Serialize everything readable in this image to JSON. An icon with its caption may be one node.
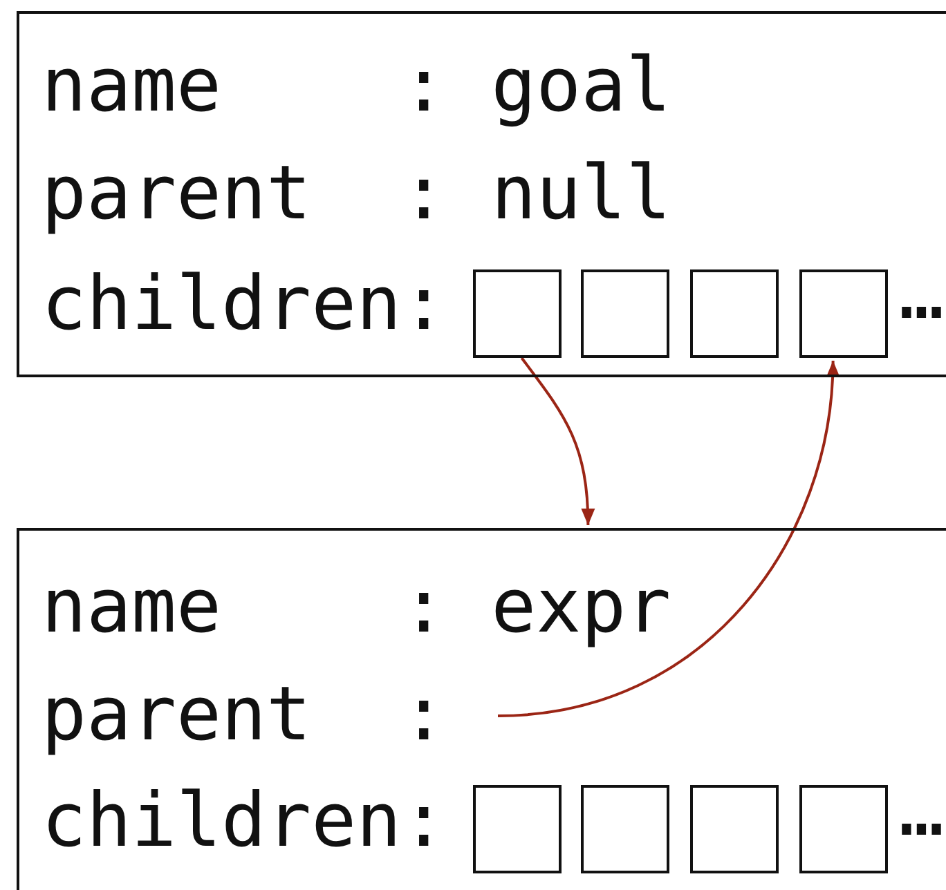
{
  "diagram": {
    "nodes": [
      {
        "text": [
          "name    : goal",
          "parent  : null",
          "children:",
          "…"
        ]
      },
      {
        "text": [],
        "shape": "box",
        "in": 0
      },
      {
        "text": [],
        "shape": "box",
        "in": 0
      },
      {
        "text": [],
        "shape": "box",
        "in": 0
      },
      {
        "text": [],
        "shape": "box",
        "in": 0
      },
      {
        "text": [
          "name    : expr",
          "parent  :",
          "children:",
          "…"
        ]
      },
      {
        "text": [],
        "shape": "box",
        "in": 5
      },
      {
        "text": [],
        "shape": "box",
        "in": 5
      },
      {
        "text": [],
        "shape": "box",
        "in": 5
      },
      {
        "text": [],
        "shape": "box",
        "in": 5
      }
    ],
    "edges": [
      {
        "from": 1,
        "to": 5,
        "arrow": "to"
      },
      {
        "from": null,
        "to": 4,
        "arrow": "to"
      }
    ]
  }
}
